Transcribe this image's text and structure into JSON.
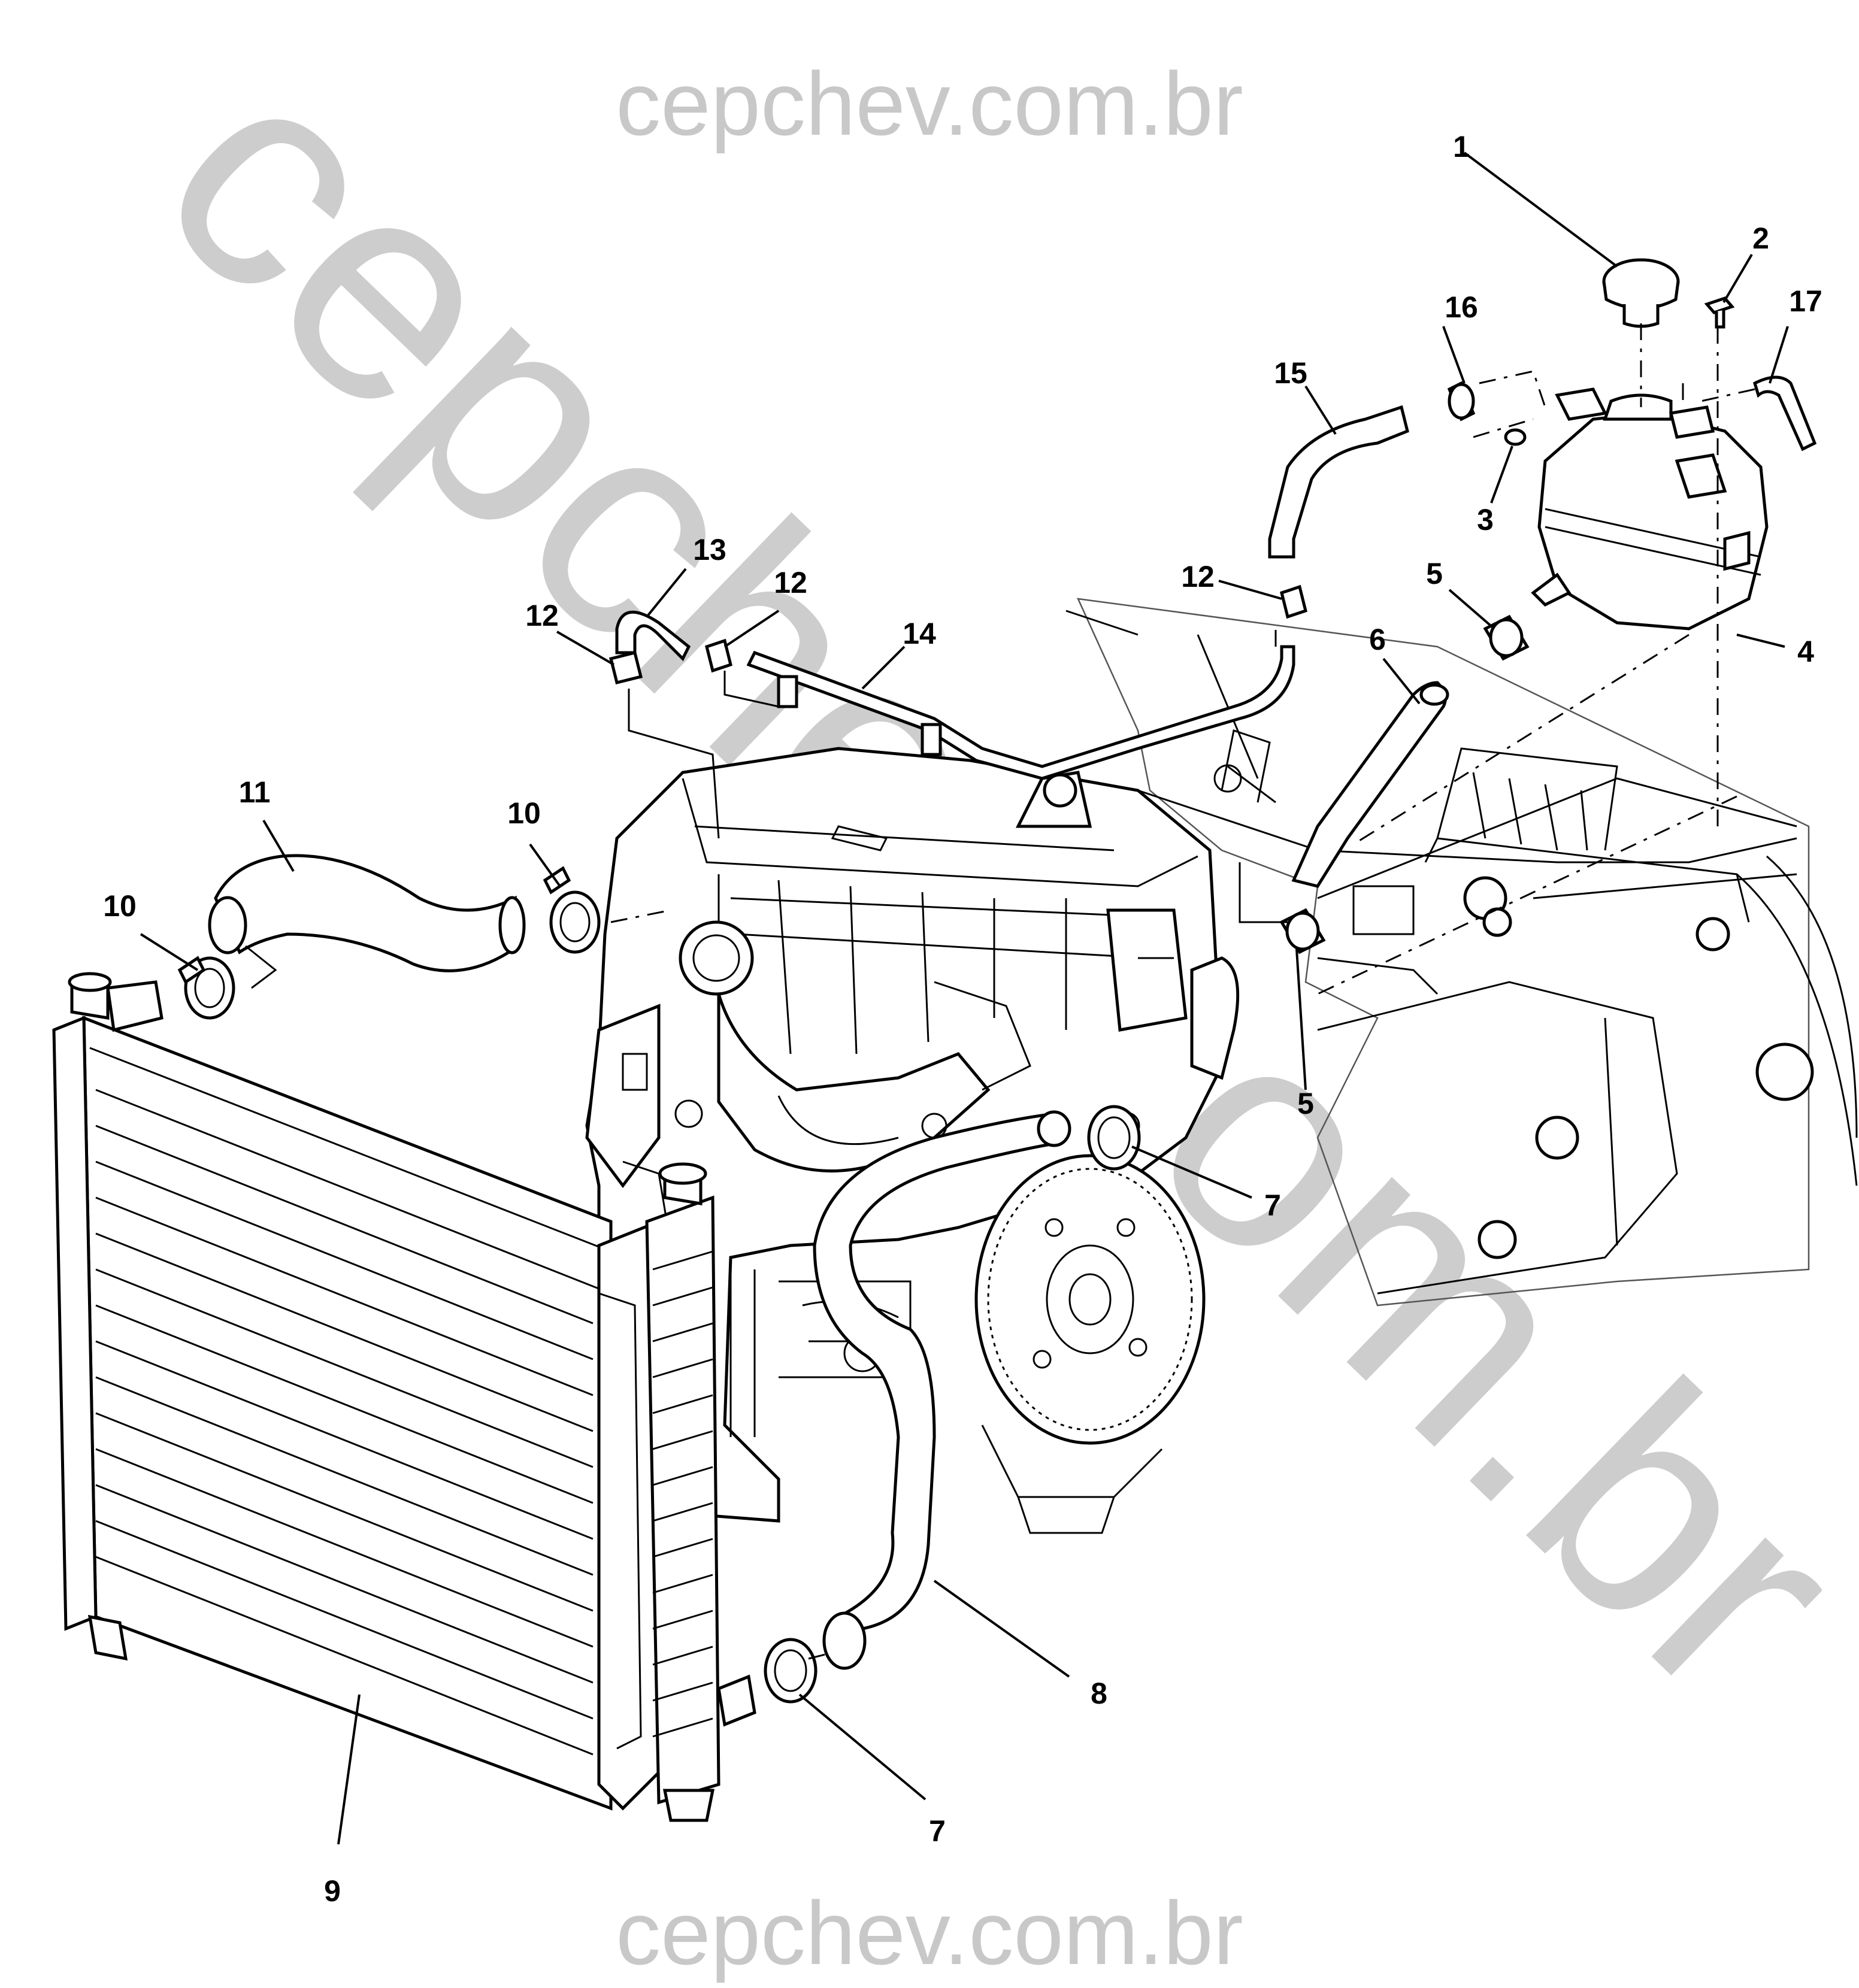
{
  "watermark": {
    "top": "cepchev.com.br",
    "bottom": "cepchev.com.br",
    "diagonal": "cepchev.com.br",
    "color": "#c8c8c8"
  },
  "callouts": [
    "1",
    "2",
    "3",
    "4",
    "5",
    "5",
    "6",
    "7",
    "7",
    "8",
    "9",
    "10",
    "10",
    "11",
    "12",
    "12",
    "12",
    "13",
    "14",
    "15",
    "16",
    "17"
  ]
}
